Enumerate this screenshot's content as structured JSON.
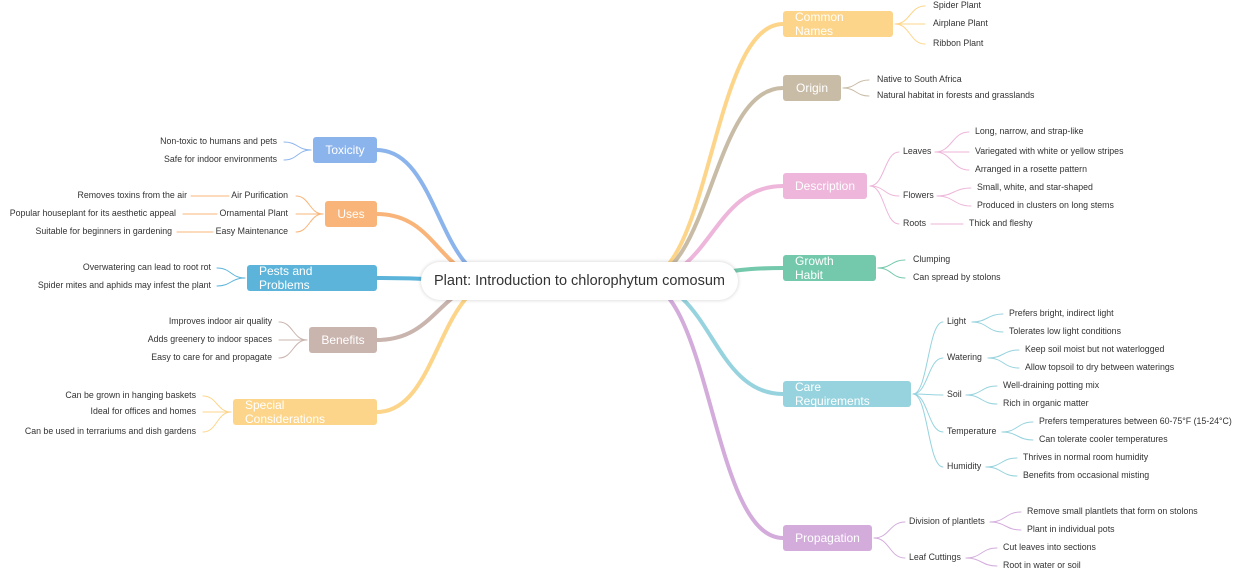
{
  "root": {
    "title": "Plant: Introduction to chlorophytum comosum"
  },
  "colors": {
    "common_names": "#fdd58a",
    "origin": "#c8bca6",
    "description": "#edb6da",
    "growth_habit": "#74c8ac",
    "care": "#96d3de",
    "propagation": "#d3acdc",
    "toxicity": "#8cb4ec",
    "uses": "#f9b579",
    "pests": "#5cb4da",
    "benefits": "#c9b4ae",
    "special": "#fdd58a"
  },
  "right": {
    "common_names": {
      "label": "Common Names",
      "children": [
        "Spider Plant",
        "Airplane Plant",
        "Ribbon Plant"
      ]
    },
    "origin": {
      "label": "Origin",
      "children": [
        "Native to South Africa",
        "Natural habitat in forests and grasslands"
      ]
    },
    "description": {
      "label": "Description",
      "groups": [
        {
          "label": "Leaves",
          "children": [
            "Long, narrow, and strap-like",
            "Variegated with white or yellow stripes",
            "Arranged in a rosette pattern"
          ]
        },
        {
          "label": "Flowers",
          "children": [
            "Small, white, and star-shaped",
            "Produced in clusters on long stems"
          ]
        },
        {
          "label": "Roots",
          "children": [
            "Thick and fleshy"
          ]
        }
      ]
    },
    "growth_habit": {
      "label": "Growth Habit",
      "children": [
        "Clumping",
        "Can spread by stolons"
      ]
    },
    "care": {
      "label": "Care Requirements",
      "groups": [
        {
          "label": "Light",
          "children": [
            "Prefers bright, indirect light",
            "Tolerates low light conditions"
          ]
        },
        {
          "label": "Watering",
          "children": [
            "Keep soil moist but not waterlogged",
            "Allow topsoil to dry between waterings"
          ]
        },
        {
          "label": "Soil",
          "children": [
            "Well-draining potting mix",
            "Rich in organic matter"
          ]
        },
        {
          "label": "Temperature",
          "children": [
            "Prefers temperatures between 60-75°F (15-24°C)",
            "Can tolerate cooler temperatures"
          ]
        },
        {
          "label": "Humidity",
          "children": [
            "Thrives in normal room humidity",
            "Benefits from occasional misting"
          ]
        }
      ]
    },
    "propagation": {
      "label": "Propagation",
      "groups": [
        {
          "label": "Division of plantlets",
          "children": [
            "Remove small plantlets that form on stolons",
            "Plant in individual pots"
          ]
        },
        {
          "label": "Leaf Cuttings",
          "children": [
            "Cut leaves into sections",
            "Root in water or soil"
          ]
        }
      ]
    }
  },
  "left": {
    "toxicity": {
      "label": "Toxicity",
      "children": [
        "Non-toxic to humans and pets",
        "Safe for indoor environments"
      ]
    },
    "uses": {
      "label": "Uses",
      "groups": [
        {
          "label": "Air Purification",
          "children": [
            "Removes toxins from the air"
          ]
        },
        {
          "label": "Ornamental Plant",
          "children": [
            "Popular houseplant for its aesthetic appeal"
          ]
        },
        {
          "label": "Easy Maintenance",
          "children": [
            "Suitable for beginners in gardening"
          ]
        }
      ]
    },
    "pests": {
      "label": "Pests and Problems",
      "children": [
        "Overwatering can lead to root rot",
        "Spider mites and aphids may infest the plant"
      ]
    },
    "benefits": {
      "label": "Benefits",
      "children": [
        "Improves indoor air quality",
        "Adds greenery to indoor spaces",
        "Easy to care for and propagate"
      ]
    },
    "special": {
      "label": "Special Considerations",
      "children": [
        "Can be grown in hanging baskets",
        "Ideal for offices and homes",
        "Can be used in terrariums and dish gardens"
      ]
    }
  }
}
